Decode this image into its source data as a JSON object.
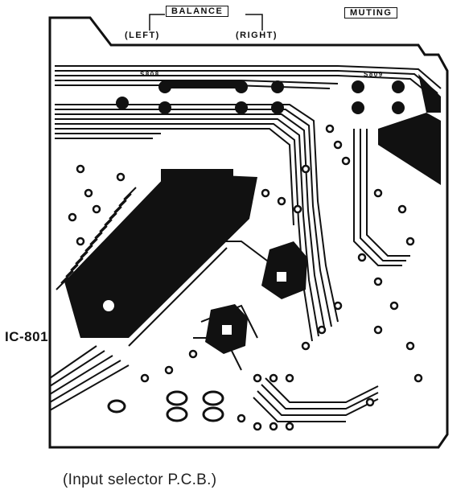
{
  "labels": {
    "balance": "BALANCE",
    "left": "(LEFT)",
    "right": "(RIGHT)",
    "muting": "MUTING",
    "ic": "IC-801",
    "s808": "S808",
    "s809": "S809"
  },
  "caption": "(Input selector P.C.B.)",
  "colors": {
    "ink": "#111111",
    "paper": "#ffffff"
  }
}
